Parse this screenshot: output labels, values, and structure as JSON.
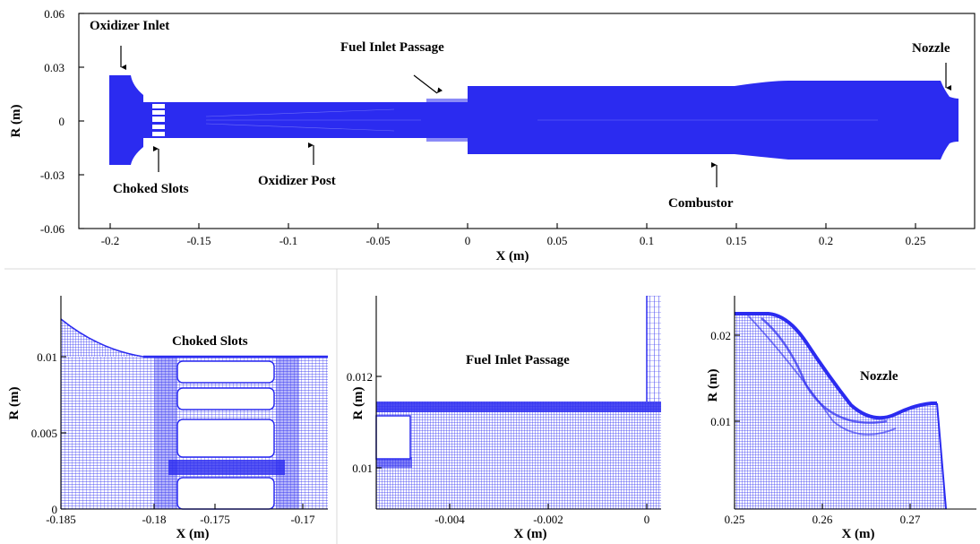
{
  "colors": {
    "mesh": "#2b2bf0",
    "mesh_line": "#3a3af2",
    "background": "#ffffff",
    "slot_fill": "#ffffff"
  },
  "top_plot": {
    "ylabel": "R (m)",
    "xlabel": "X (m)",
    "yticks": [
      "0.06",
      "0.03",
      "0",
      "-0.03",
      "-0.06"
    ],
    "xticks": [
      "-0.2",
      "-0.15",
      "-0.1",
      "-0.05",
      "0",
      "0.05",
      "0.1",
      "0.15",
      "0.2",
      "0.25"
    ],
    "annotations": {
      "oxidizer_inlet": "Oxidizer Inlet",
      "choked_slots": "Choked Slots",
      "oxidizer_post": "Oxidizer Post",
      "fuel_inlet_passage": "Fuel Inlet Passage",
      "combustor": "Combustor",
      "nozzle": "Nozzle"
    }
  },
  "panel_slots": {
    "title": "Choked Slots",
    "ylabel": "R (m)",
    "xlabel": "X (m)",
    "yticks": [
      "0.01",
      "0.005",
      "0"
    ],
    "xticks": [
      "-0.185",
      "-0.18",
      "-0.175",
      "-0.17"
    ]
  },
  "panel_fuel": {
    "title": "Fuel Inlet Passage",
    "ylabel": "R (m)",
    "xlabel": "X (m)",
    "yticks": [
      "0.012",
      "0.01"
    ],
    "xticks": [
      "-0.004",
      "-0.002",
      "0"
    ]
  },
  "panel_nozzle": {
    "title": "Nozzle",
    "ylabel": "R (m)",
    "xlabel": "X (m)",
    "yticks": [
      "0.02",
      "0.01"
    ],
    "xticks": [
      "0.25",
      "0.26",
      "0.27"
    ]
  }
}
